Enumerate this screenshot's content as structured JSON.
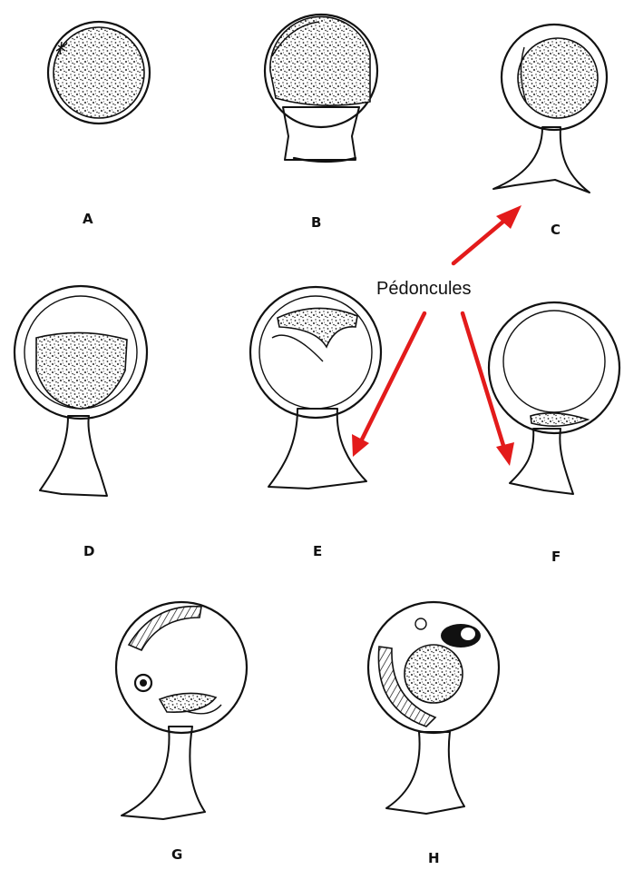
{
  "figure": {
    "stage_labels": {
      "A": "A",
      "B": "B",
      "C": "C",
      "D": "D",
      "E": "E",
      "F": "F",
      "G": "G",
      "H": "H"
    },
    "annotation": "Pédoncules",
    "arrow_color": "#e31b1b"
  }
}
